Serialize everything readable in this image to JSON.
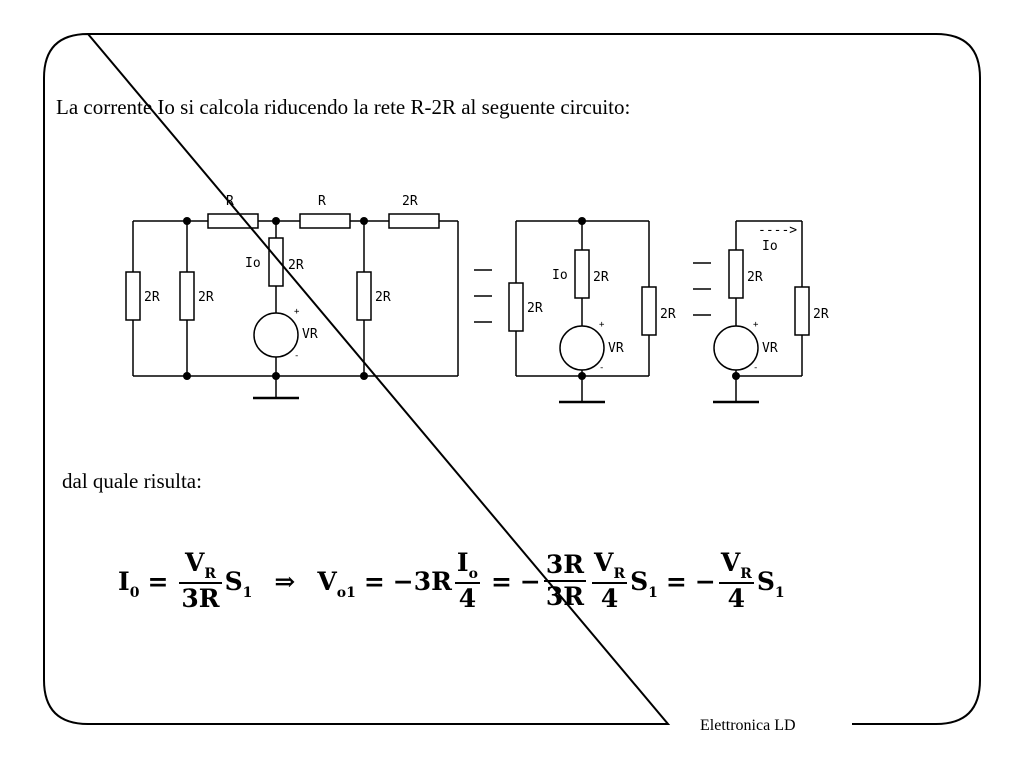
{
  "text": {
    "intro": "La corrente Io si calcola riducendo la rete R-2R al seguente circuito:",
    "result": "dal quale risulta:",
    "footer": "Elettronica LD"
  },
  "circuits": {
    "left": {
      "series_labels": [
        "R",
        "R",
        "2R"
      ],
      "shunt_labels": [
        "2R",
        "2R",
        "2R"
      ],
      "branch_resistor": "2R",
      "current_label": "Io",
      "source_label": "VR",
      "plus": "+",
      "minus": "-"
    },
    "middle": {
      "left_resistor": "2R",
      "branch_resistor": "2R",
      "right_resistor": "2R",
      "current_label": "Io",
      "source_label": "VR",
      "plus": "+",
      "minus": "-"
    },
    "right": {
      "branch_resistor": "2R",
      "right_resistor": "2R",
      "arrow_label": "---->",
      "current_label": "Io",
      "source_label": "VR",
      "plus": "+",
      "minus": "-"
    }
  },
  "equation": {
    "t1_main": "I",
    "t1_sub": "0",
    "eq1": "=",
    "f1_num_main": "V",
    "f1_num_sub": "R",
    "f1_den": "3R",
    "s1_main": "S",
    "s1_sub": "1",
    "implies": "⇒",
    "t2_main": "V",
    "t2_sub": "o1",
    "eq2": "=",
    "t3": "−3R",
    "f2_num_main": "I",
    "f2_num_sub": "o",
    "f2_den": "4",
    "eq3": "=",
    "neg1": "−",
    "f3_num": "3R",
    "f3_den": "3R",
    "f4_num_main": "V",
    "f4_num_sub": "R",
    "f4_den": "4",
    "s2_main": "S",
    "s2_sub": "1",
    "eq4": "=",
    "neg2": "−",
    "f5_num_main": "V",
    "f5_num_sub": "R",
    "f5_den": "4",
    "s3_main": "S",
    "s3_sub": "1"
  }
}
